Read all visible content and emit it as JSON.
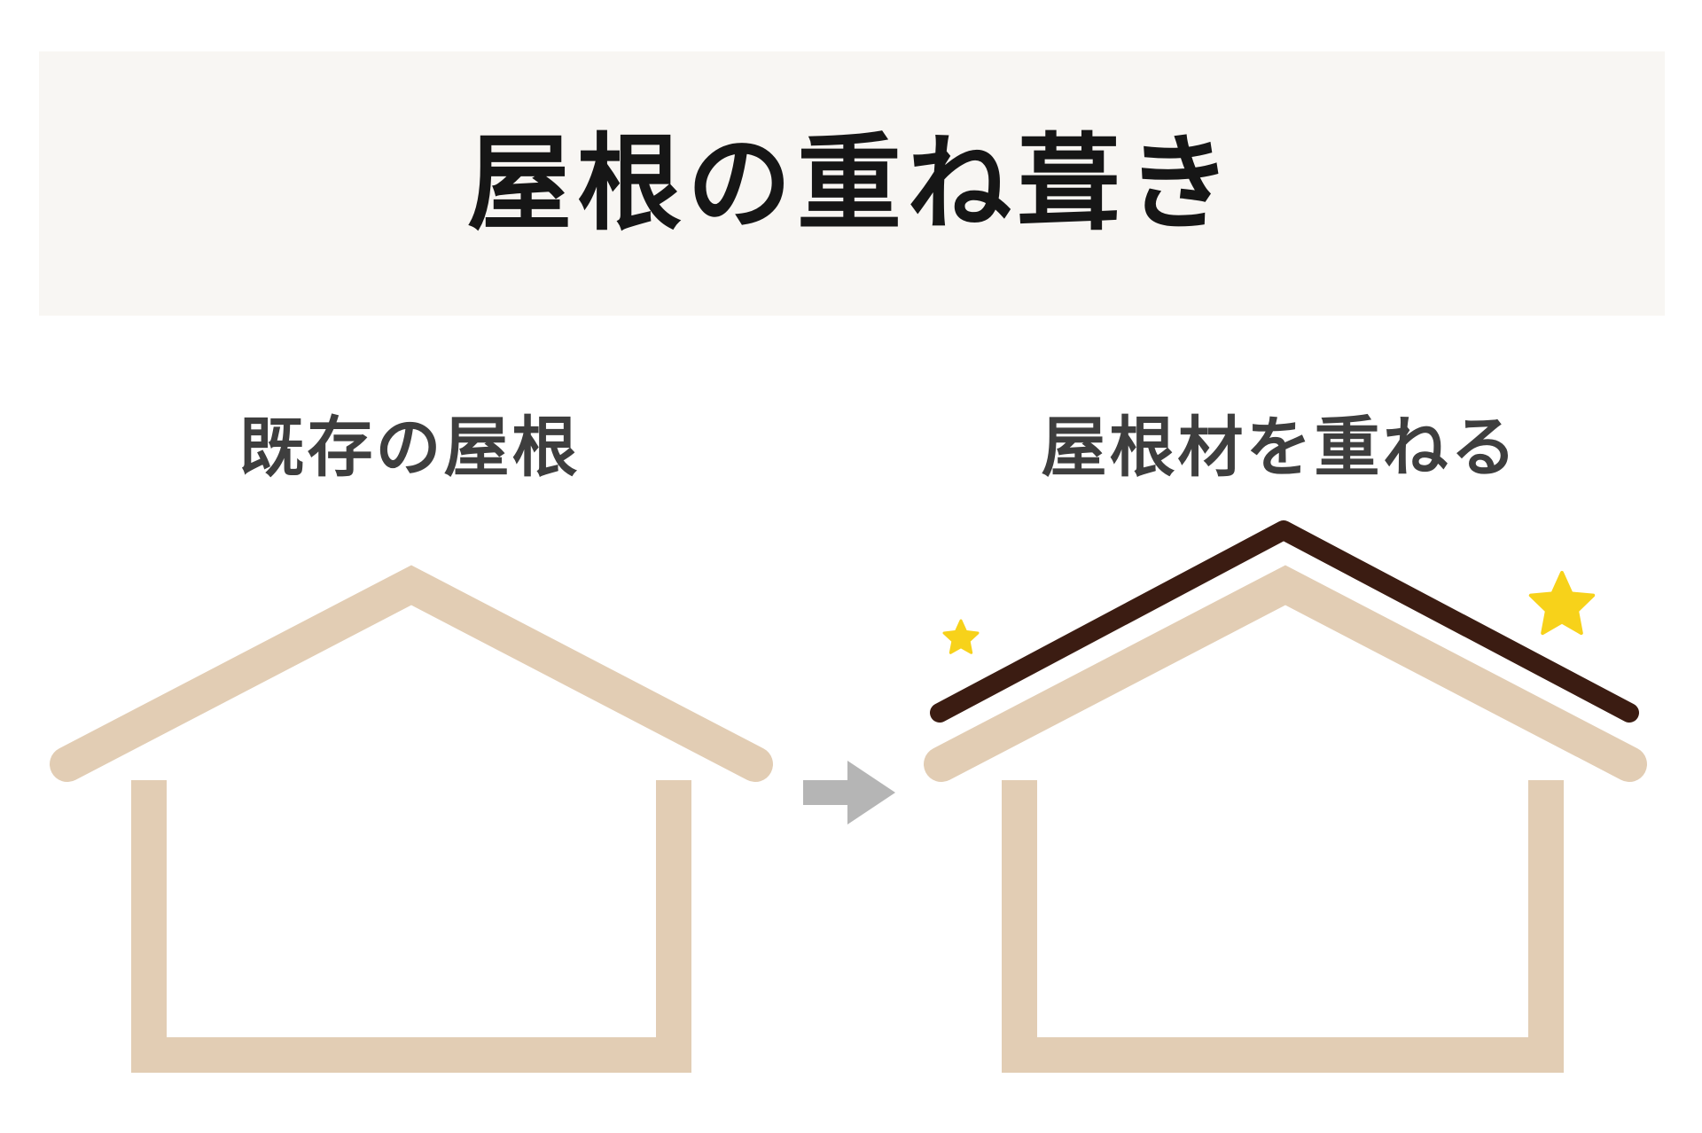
{
  "title": "屋根の重ね葺き",
  "panels": [
    {
      "label": "既存の屋根"
    },
    {
      "label": "屋根材を重ねる"
    }
  ],
  "colors": {
    "banner_bg": "#f8f6f3",
    "existing_roof": "#e2cdb4",
    "new_roof": "#3b1c12",
    "arrow": "#b5b5b5",
    "star": "#f7d21a",
    "title_text": "#161616",
    "label_text": "#3e3e3e"
  },
  "icons": {
    "arrow": "arrow-right-icon",
    "star": "star-icon"
  }
}
